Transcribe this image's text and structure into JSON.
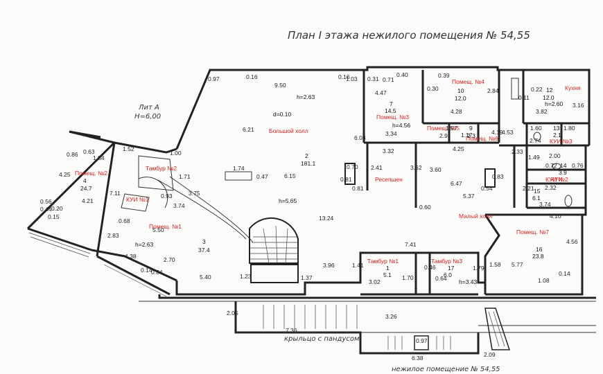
{
  "title": "План I этажа нежилого помещения № 54,55",
  "lit_label": "Лит А",
  "height_label": "H=6,00",
  "bottom_caption": "нежилое помещение № 54,55",
  "porch_caption": "крыльцо с пандусом",
  "porch_length": "7.36",
  "rooms": {
    "bolshoy_holl": "Большой холл",
    "pomesh1": "Помещ. №1",
    "pomesh2": "Помещ. №2",
    "pomesh3": "Помещ. №3",
    "pomesh4": "Помещ. №4",
    "pomesh5": "Помещ. №5",
    "pomesh6": "Помещ. №6",
    "pomesh7": "Помещ. №7",
    "kuhnya": "Кухня",
    "kui": "КУИ",
    "kui1": "КУИ №1",
    "kui2": "КУИ №2",
    "kui3": "КУИ №3",
    "tambur1": "Тамбур №1",
    "tambur2": "Тамбур №2",
    "tambur3": "Тамбур №3",
    "resepshen": "Ресепшен",
    "maly_holl": "Малый холл"
  },
  "areas": {
    "r2_no": "2",
    "r2_area": "181.1",
    "r2_h": "h=2.63",
    "r3_no": "3",
    "r3_area": "37.4",
    "r3_h": "h=2.63",
    "r4_no": "4",
    "r4_area": "24.7",
    "r7_no": "7",
    "r7_area": "14.5",
    "r7_h": "h=4.56",
    "r10_no": "10",
    "r10_area": "12.0",
    "r12_no": "12",
    "r12_area": "12.0",
    "r12_h": "h=2.60",
    "r16_no": "16",
    "r16_area": "23.8",
    "r1_no": "1",
    "r1_area": "5.1",
    "r17_no": "17",
    "r17_area": "6.0",
    "r17_h": "h=3.43",
    "r9_no": "9",
    "r9_area": "2.3",
    "r15_no": "15",
    "r15_area": "6.1",
    "r13_no": "13",
    "r13_area": "2.1",
    "r14_no": "14",
    "r14_area": "3.9",
    "big_h": "h=5.65",
    "d_label": "d=0.10"
  },
  "dims": {
    "d097": "0.97",
    "d016": "0.16",
    "d950": "9.50",
    "d016b": "0.16",
    "d103": "1.03",
    "d031": "0.31",
    "d040": "0.40",
    "d071": "0.71",
    "d447": "4.47",
    "d039": "0.39",
    "d030": "0.30",
    "d284": "2.84",
    "d428": "4.28",
    "d011": "0.11",
    "d022": "0.22",
    "d382": "3.82",
    "d316": "3.16",
    "d334": "3.34",
    "d608": "6.08",
    "d621": "6.21",
    "d197": "1.97",
    "d290": "2.9",
    "d117": "1.17",
    "d419": "4.19",
    "d453": "4.53",
    "d425": "4.25",
    "d160": "1.60",
    "d180": "1.80",
    "d274": "2.74",
    "d332": "3.32",
    "d241": "2.41",
    "d362": "3.62",
    "d360": "3.60",
    "d647": "6.47",
    "d083": "0.83",
    "d233": "2.33",
    "d149": "1.49",
    "d200": "2.00",
    "d072": "0.72",
    "d076": "0.76",
    "d221": "2.21",
    "d232": "2.32",
    "d374": "3.74",
    "d537": "5.37",
    "d054": "0.54",
    "d070": "0.70",
    "d081": "0.81",
    "d081b": "0.81",
    "d174": "1.74",
    "d047": "0.47",
    "d615": "6.15",
    "d1324": "13.24",
    "d410": "4.10",
    "d456": "4.56",
    "d060": "0.60",
    "d741": "7.41",
    "d577": "5.77",
    "d158": "1.58",
    "d108": "1.08",
    "d014": "0.14",
    "d396": "3.96",
    "d137": "1.37",
    "d141": "1.41",
    "d302": "3.02",
    "d170": "1.70",
    "d046": "0.46",
    "d064": "0.64",
    "d179": "1.79",
    "d123": "1.23",
    "d540": "5.40",
    "d205": "2.05",
    "d326": "3.26",
    "d097b": "0.97",
    "d638": "6.38",
    "d209": "2.09",
    "d086": "0.86",
    "d063": "0.63",
    "d184": "1.84",
    "d152": "1.52",
    "d100": "1.00",
    "d425b": "4.25",
    "d711": "7.11",
    "d421": "4.21",
    "d056": "0.56",
    "d044": "0.44",
    "d020": "0.20",
    "d015": "0.15",
    "d068": "0.68",
    "d283": "2.83",
    "d550": "5.50",
    "d438": "4.38",
    "d270": "2.70",
    "d014b": "0.14",
    "d084": "0.84",
    "d375": "3.75",
    "d374b": "3.74",
    "d171": "1.71",
    "d093": "0.93"
  }
}
